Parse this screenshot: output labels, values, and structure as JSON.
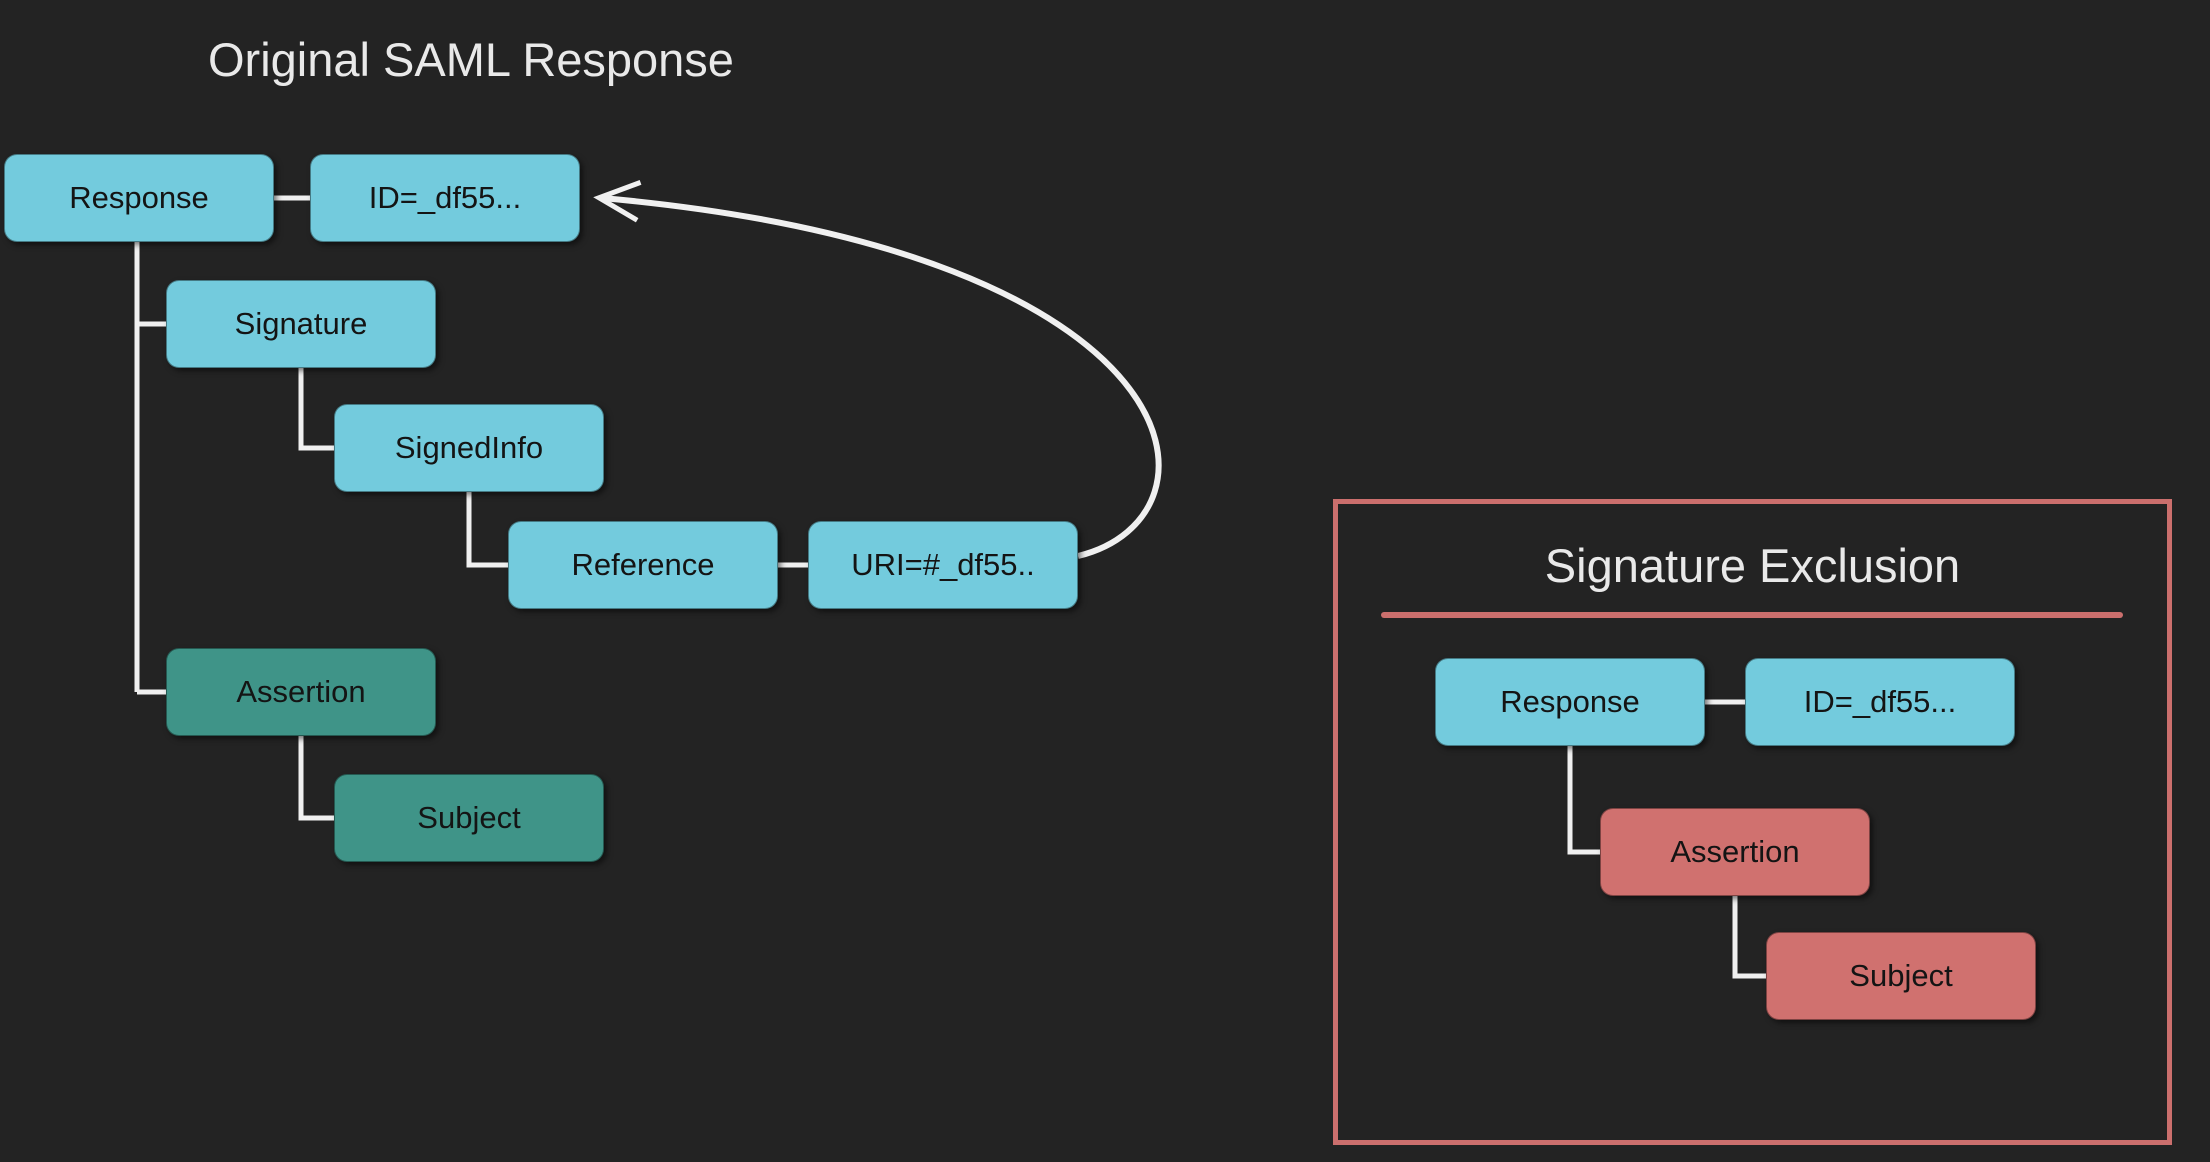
{
  "page": {
    "background": "#232323"
  },
  "colors": {
    "page_bg": "#232323",
    "node_cyan": "#73cbdd",
    "node_green": "#3f9488",
    "node_salmon": "#d0716f",
    "panel_border": "#cb6f6d",
    "connector": "#f0f0f0",
    "title_text": "#e9e9e9",
    "node_text": "#141414"
  },
  "left_diagram": {
    "title": "Original SAML Response",
    "nodes": {
      "response": "Response",
      "id_attr": "ID=_df55...",
      "signature": "Signature",
      "signed_info": "SignedInfo",
      "reference": "Reference",
      "uri_attr": "URI=#_df55..",
      "assertion": "Assertion",
      "subject": "Subject"
    }
  },
  "right_panel": {
    "title": "Signature Exclusion",
    "nodes": {
      "response": "Response",
      "id_attr": "ID=_df55...",
      "assertion": "Assertion",
      "subject": "Subject"
    }
  }
}
